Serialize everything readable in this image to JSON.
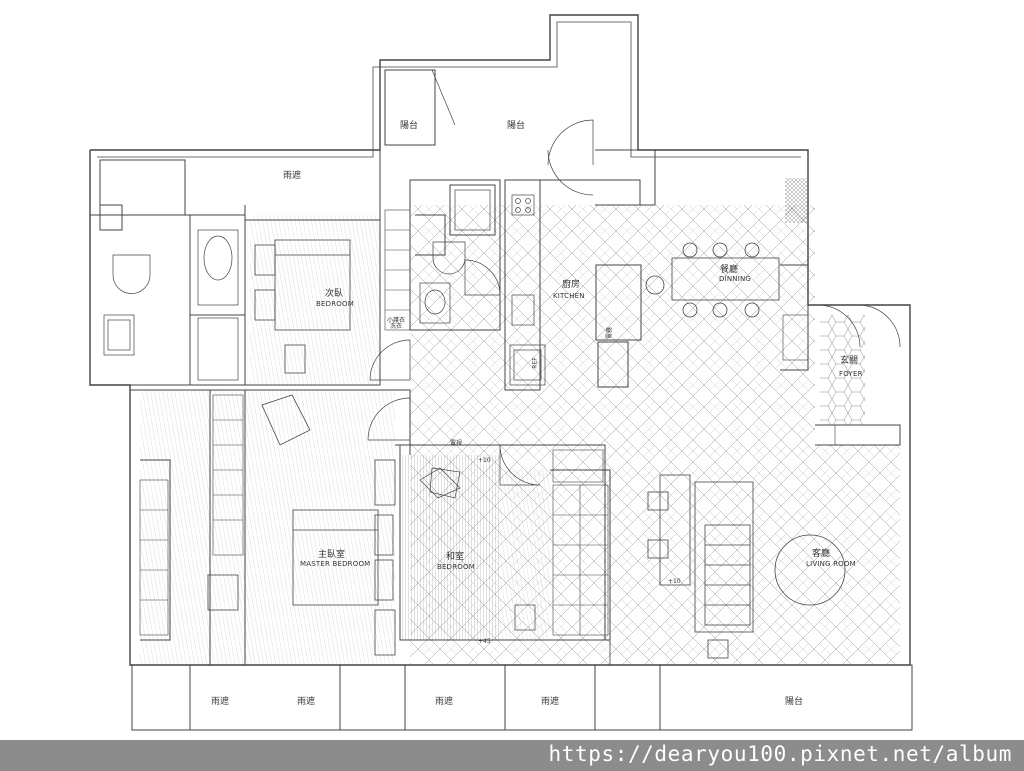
{
  "rooms": {
    "balcony_top_left": "陽台",
    "balcony_top_right": "陽台",
    "canopy_top": "雨遮",
    "bedroom2_zh": "次臥",
    "bedroom2_en": "BEDROOM",
    "laundry_note": "小護衣\n洗衣",
    "kitchen_zh": "廚房",
    "kitchen_en": "KITCHEN",
    "dining_zh": "餐廳",
    "dining_en": "DINNING",
    "foyer_zh": "玄關",
    "foyer_en": "FOYER",
    "master_zh": "主臥室",
    "master_en": "MASTER BEDROOM",
    "washitsu_zh": "和室",
    "washitsu_en": "BEDROOM",
    "living_zh": "客廳",
    "living_en": "LIVING ROOM",
    "canopy_bottom_1": "雨遮",
    "canopy_bottom_2": "雨遮",
    "canopy_bottom_3": "雨遮",
    "canopy_bottom_4": "雨遮",
    "balcony_bottom": "陽台"
  },
  "levels": {
    "washitsu_top": "+10",
    "washitsu_bottom": "+45",
    "living_step": "+10"
  },
  "small_notes": {
    "ref": "REF",
    "oven": "電器",
    "tv": "電視"
  },
  "watermark": "https://dearyou100.pixnet.net/album"
}
